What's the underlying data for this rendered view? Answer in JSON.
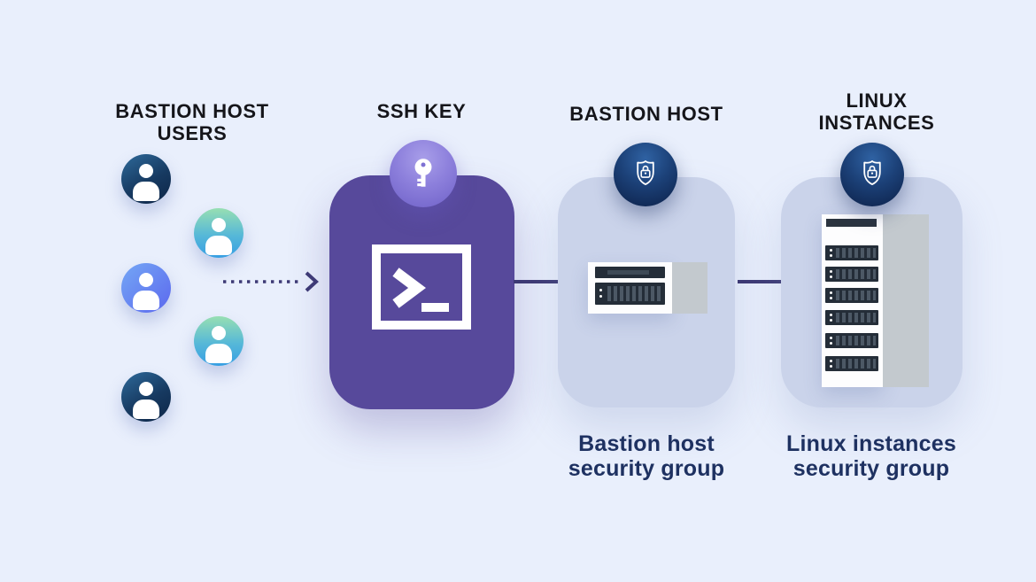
{
  "users": {
    "title": "BASTION HOST USERS",
    "icon": "user-icon",
    "icon_count": 5,
    "icon_colors": [
      "navy",
      "teal",
      "blue",
      "teal",
      "navy"
    ]
  },
  "ssh": {
    "title": "SSH KEY",
    "badge_icon": "key-icon",
    "main_icon": "terminal-icon"
  },
  "bastion": {
    "title": "BASTION HOST",
    "badge_icon": "shield-lock-icon",
    "main_icon": "server-icon",
    "caption_line1": "Bastion host",
    "caption_line2": "security group"
  },
  "linux": {
    "title": "LINUX INSTANCES",
    "badge_icon": "shield-lock-icon",
    "main_icon": "server-rack-icon",
    "caption_line1": "Linux instances",
    "caption_line2": "security group"
  },
  "connections": [
    {
      "from": "users",
      "to": "ssh",
      "style": "dotted",
      "icon": "dotted-arrow-right-icon"
    },
    {
      "from": "ssh",
      "to": "bastion",
      "style": "solid",
      "icon": "arrow-right-icon"
    },
    {
      "from": "bastion",
      "to": "linux",
      "style": "solid",
      "icon": "arrow-right-icon"
    }
  ],
  "colors": {
    "background": "#e9effc",
    "ssh_box": "#57499b",
    "security_box": "#cad3ea",
    "arrow": "#3d3a75",
    "title_text": "#15151a",
    "caption_text": "#1e3161",
    "badge_purple": "#8d80dc",
    "badge_navy": "#15396b",
    "user_navy": "#173a61",
    "user_teal": "#56b8d8",
    "user_blue": "#5c68ee",
    "server_dark": "#242d38",
    "server_side_panel": "#c3c9ce"
  }
}
